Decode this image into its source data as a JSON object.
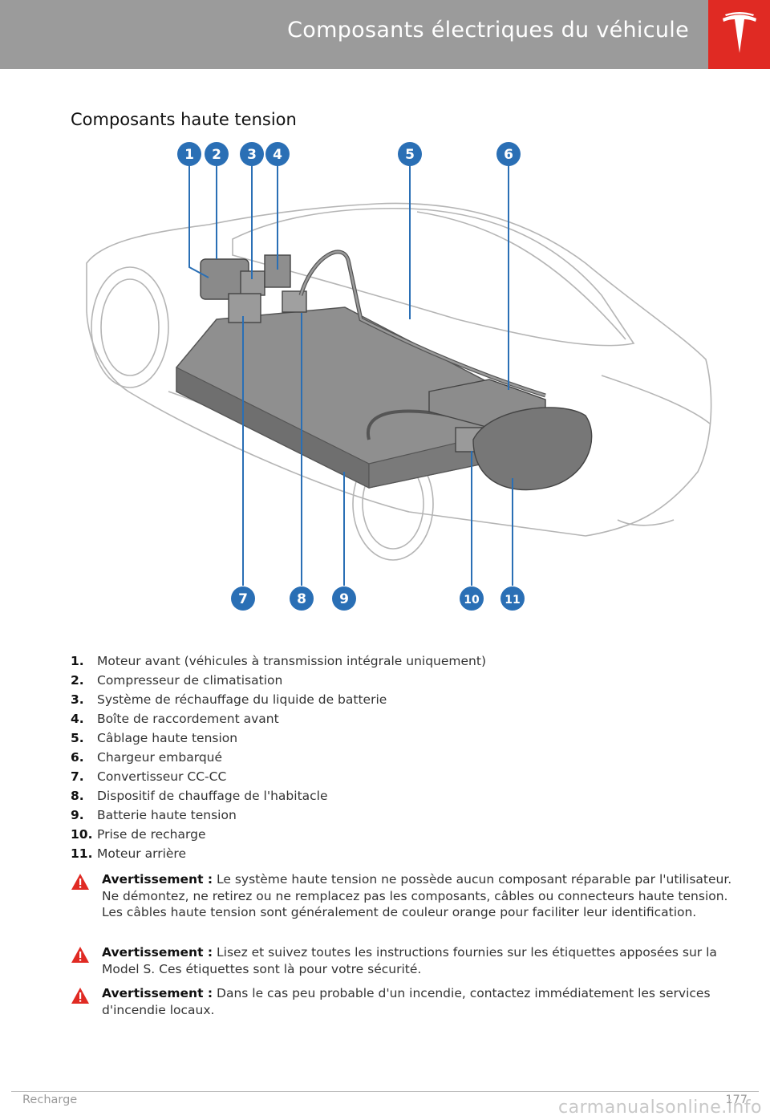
{
  "header": {
    "title": "Composants électriques du véhicule",
    "brand_color": "#e02a23",
    "bar_color": "#9b9b9b"
  },
  "section_title": "Composants haute tension",
  "callout_color": "#2a6fb5",
  "callouts": [
    "1",
    "2",
    "3",
    "4",
    "5",
    "6",
    "7",
    "8",
    "9",
    "10",
    "11"
  ],
  "legend": [
    {
      "num": "1.",
      "text": "Moteur avant (véhicules à transmission intégrale uniquement)"
    },
    {
      "num": "2.",
      "text": "Compresseur de climatisation"
    },
    {
      "num": "3.",
      "text": "Système de réchauffage du liquide de batterie"
    },
    {
      "num": "4.",
      "text": "Boîte de raccordement avant"
    },
    {
      "num": "5.",
      "text": "Câblage haute tension"
    },
    {
      "num": "6.",
      "text": "Chargeur embarqué"
    },
    {
      "num": "7.",
      "text": "Convertisseur CC-CC"
    },
    {
      "num": "8.",
      "text": "Dispositif de chauffage de l'habitacle"
    },
    {
      "num": "9.",
      "text": "Batterie haute tension"
    },
    {
      "num": "10.",
      "text": "Prise de recharge"
    },
    {
      "num": "11.",
      "text": "Moteur arrière"
    }
  ],
  "warnings": [
    {
      "label": "Avertissement :",
      "text": " Le système haute tension ne possède aucun composant réparable par l'utilisateur. Ne démontez, ne retirez ou ne remplacez pas les composants, câbles ou connecteurs haute tension. Les câbles haute tension sont généralement de couleur orange pour faciliter leur identification."
    },
    {
      "label": "Avertissement :",
      "text": " Lisez et suivez toutes les instructions fournies sur les étiquettes apposées sur la Model S. Ces étiquettes sont là pour votre sécurité."
    },
    {
      "label": "Avertissement :",
      "text": " Dans le cas peu probable d'un incendie, contactez immédiatement les services d'incendie locaux."
    }
  ],
  "footer": {
    "section": "Recharge",
    "page": "177",
    "watermark": "carmanualsonline.info"
  }
}
